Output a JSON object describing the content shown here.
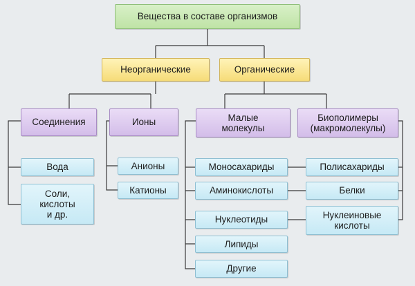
{
  "title": "Вещества в составе организмов",
  "categories": {
    "inorganic": "Неорганические",
    "organic": "Органические"
  },
  "inorganic": {
    "compounds": {
      "label": "Соединения",
      "items": [
        "Вода",
        "Соли,\nкислоты\nи др."
      ]
    },
    "ions": {
      "label": "Ионы",
      "items": [
        "Анионы",
        "Катионы"
      ]
    }
  },
  "organic": {
    "small_molecules": {
      "label": "Малые\nмолекулы",
      "items": [
        "Моносахариды",
        "Аминокислоты",
        "Нуклеотиды",
        "Липиды",
        "Другие"
      ]
    },
    "biopolymers": {
      "label": "Биополимеры\n(макромолекулы)",
      "items": [
        "Полисахариды",
        "Белки",
        "Нуклеиновые\nкислоты"
      ]
    }
  }
}
